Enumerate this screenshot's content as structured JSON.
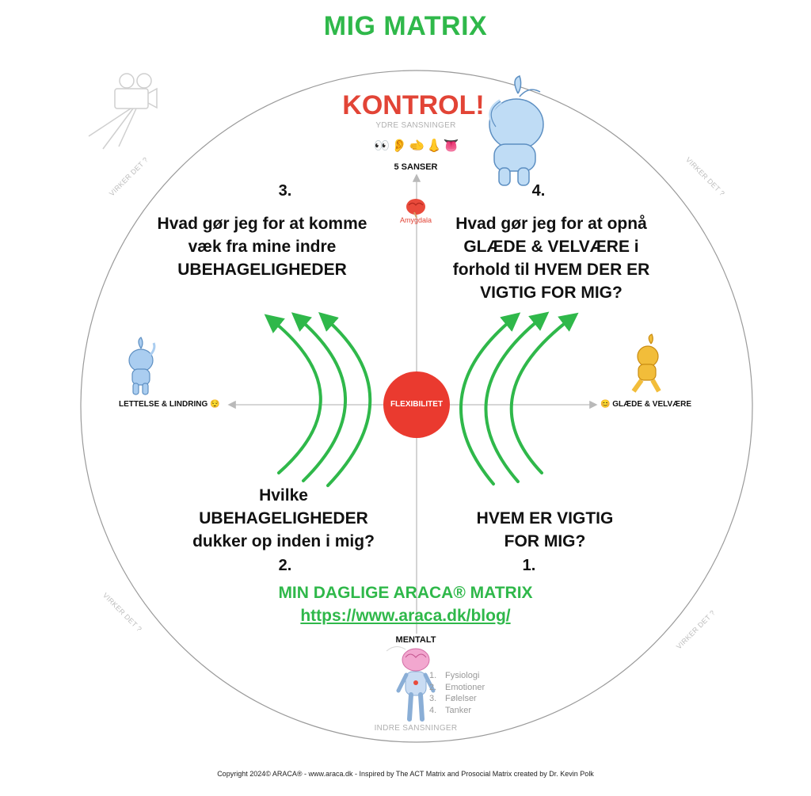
{
  "title": "MIG MATRIX",
  "kontrol": "KONTROL!",
  "outer_senses_label": "YDRE SANSNINGER",
  "senses_emoji": "👀👂🫲👃👅",
  "senses_label": "5 SANSER",
  "amygdala_label": "Amygdala",
  "flexibility_label": "FLEXIBILITET",
  "left_axis_label": "LETTELSE & LINDRING 😌",
  "right_axis_label": "😊 GLÆDE & VELVÆRE",
  "quadrants": {
    "q3": {
      "number": "3.",
      "text": "Hvad gør jeg for at komme væk fra mine indre UBEHAGELIGHEDER"
    },
    "q4": {
      "number": "4.",
      "text": "Hvad gør jeg for at opnå GLÆDE & VELVÆRE i forhold til HVEM DER ER VIGTIG FOR MIG?"
    },
    "q2": {
      "number": "2.",
      "text": "Hvilke UBEHAGELIGHEDER dukker op inden i mig?"
    },
    "q1": {
      "number": "1.",
      "text": "HVEM ER VIGTIG FOR MIG?"
    }
  },
  "daily_matrix_label": "MIN DAGLIGE ARACA® MATRIX",
  "url": "https://www.araca.dk/blog/",
  "mental_label": "MENTALT",
  "inner_list": [
    {
      "n": "1.",
      "text": "Fysiologi"
    },
    {
      "n": "2.",
      "text": "Emotioner"
    },
    {
      "n": "3.",
      "text": "Følelser"
    },
    {
      "n": "4.",
      "text": "Tanker"
    }
  ],
  "inner_senses_label": "INDRE SANSNINGER",
  "virker_det": "VIRKER DET ?",
  "footer": "Copyright 2024© ARACA® - www.araca.dk - Inspired by The ACT Matrix and Prosocial Matrix created by Dr. Kevin Polk",
  "colors": {
    "title_green": "#2fb84a",
    "kontrol_red": "#e24436",
    "flex_circle": "#ea3a2f",
    "arrow_green": "#2fb84a",
    "figure_blue": "#9cc7ef",
    "figure_yellow": "#f2bd3a"
  },
  "icons": [
    "camera-icon",
    "brain-icon",
    "body-figure-icon",
    "thinking-figure-icon",
    "walking-figure-icon"
  ]
}
